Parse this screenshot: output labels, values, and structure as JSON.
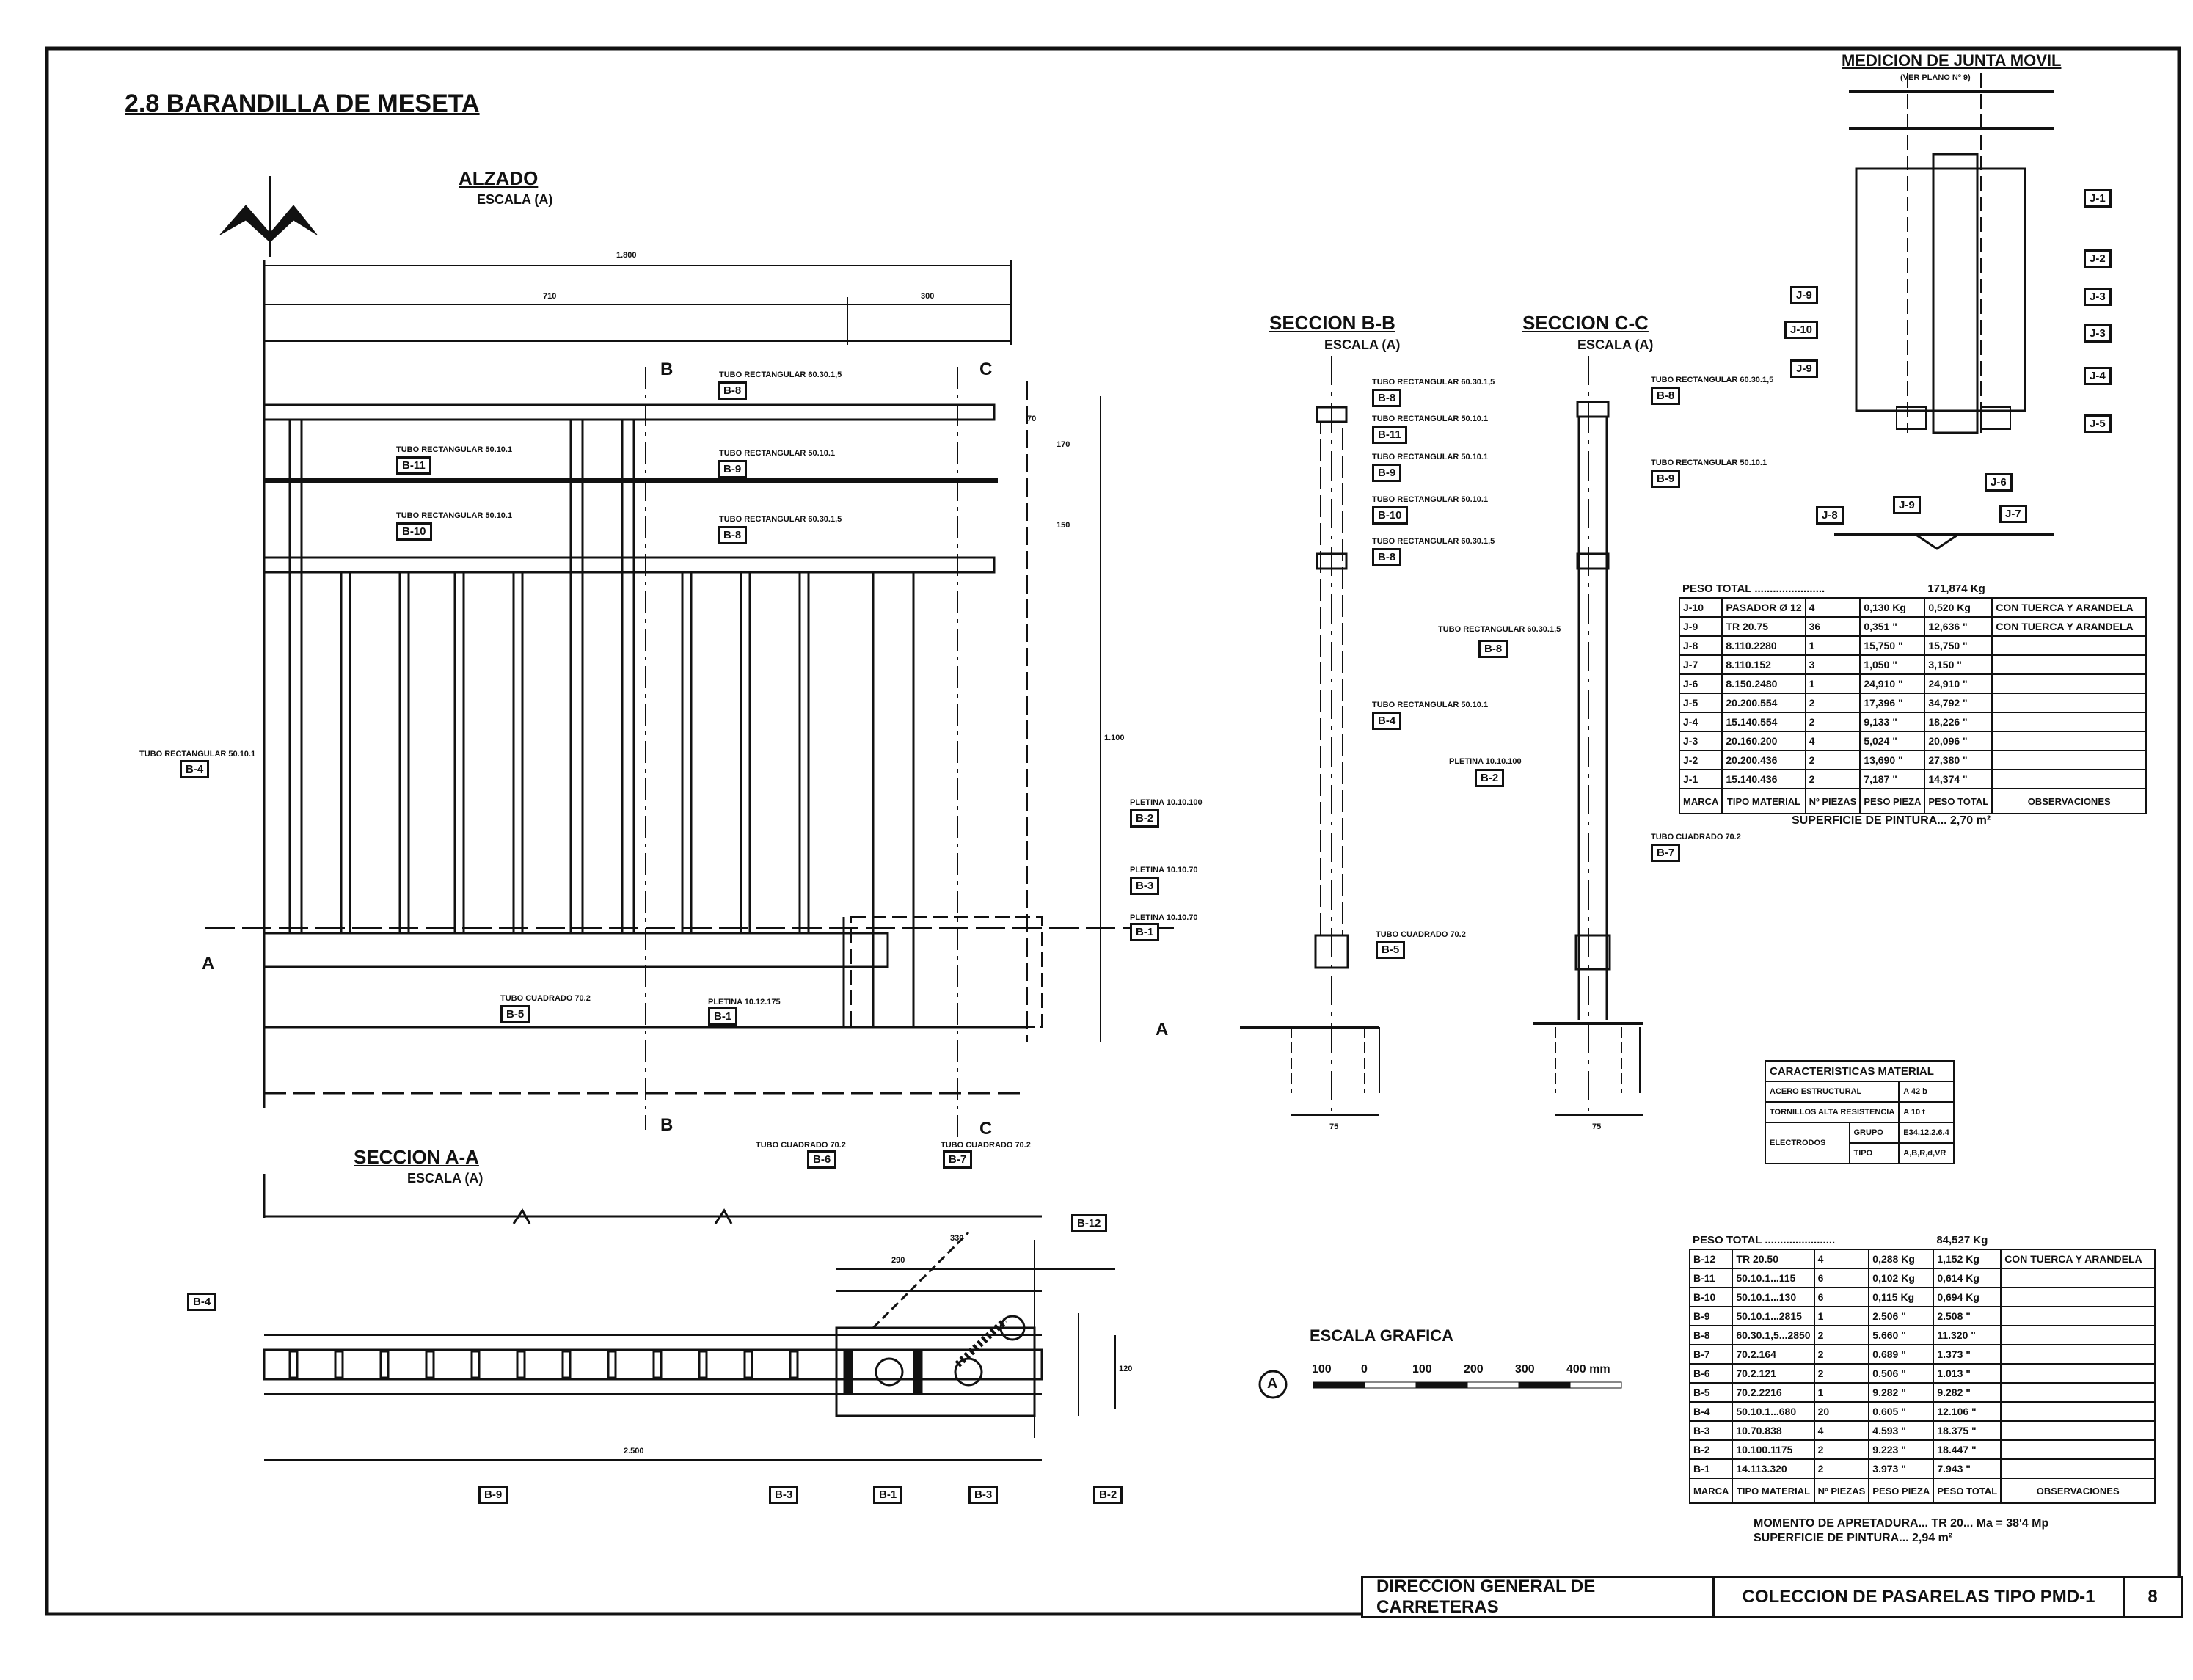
{
  "drawing": {
    "title": "2.8 BARANDILLA DE MESETA",
    "footer": {
      "agency": "DIRECCION GENERAL DE CARRETERAS",
      "collection": "COLECCION DE PASARELAS TIPO PMD-1",
      "sheet": "8"
    }
  },
  "views": {
    "alzado": {
      "title": "ALZADO",
      "scale": "ESCALA",
      "scale_mark": "A"
    },
    "seccion_bb": {
      "title": "SECCION B-B",
      "scale": "ESCALA",
      "scale_mark": "A"
    },
    "seccion_cc": {
      "title": "SECCION C-C",
      "scale": "ESCALA",
      "scale_mark": "A"
    },
    "seccion_aa": {
      "title": "SECCION A-A",
      "scale": "ESCALA",
      "scale_mark": "A"
    },
    "junta": {
      "title": "MEDICION DE JUNTA MOVIL",
      "subtitle": "(VER PLANO Nº 9)"
    }
  },
  "markers": {
    "b": "B",
    "c": "C",
    "a": "A"
  },
  "elevation_labels": {
    "b8": "TUBO RECTANGULAR 60.30.1,5",
    "b11": "TUBO RECTANGULAR 50.10.1",
    "b9": "TUBO RECTANGULAR 50.10.1",
    "b10": "TUBO RECTANGULAR 50.10.1",
    "b8b": "TUBO RECTANGULAR 60.30.1,5",
    "b4": "TUBO RECTANGULAR 50.10.1",
    "b2": "PLETINA 10.10.100",
    "b3": "PLETINA 10.10.70",
    "b1": "PLETINA 10.10.70",
    "b5": "TUBO CUADRADO 70.2",
    "b1b": "PLETINA 10.12.175",
    "b6": "TUBO CUADRADO 70.2",
    "b7": "TUBO CUADRADO 70.2"
  },
  "section_labels": {
    "bb_b8": "TUBO RECTANGULAR 60.30.1,5",
    "bb_b11": "TUBO RECTANGULAR 50.10.1",
    "bb_b9": "TUBO RECTANGULAR 50.10.1",
    "bb_b10": "TUBO RECTANGULAR 50.10.1",
    "bb_b8b": "TUBO RECTANGULAR 60.30.1,5",
    "bb_b4": "TUBO RECTANGULAR 50.10.1",
    "bb_b5": "TUBO CUADRADO 70.2",
    "cc_b8": "TUBO RECTANGULAR 60.30.1,5",
    "cc_b9": "TUBO RECTANGULAR 50.10.1",
    "cc_b8b": "TUBO RECTANGULAR 60.30.1,5",
    "cc_b2": "PLETINA 10.10.100",
    "cc_b7": "TUBO CUADRADO 70.2"
  },
  "tags": {
    "b1": "B-1",
    "b2": "B-2",
    "b3": "B-3",
    "b4": "B-4",
    "b5": "B-5",
    "b6": "B-6",
    "b7": "B-7",
    "b8": "B-8",
    "b9": "B-9",
    "b10": "B-10",
    "b11": "B-11",
    "b12": "B-12",
    "j1": "J-1",
    "j2": "J-2",
    "j3": "J-3",
    "j4": "J-4",
    "j5": "J-5",
    "j6": "J-6",
    "j7": "J-7",
    "j8": "J-8",
    "j9": "J-9",
    "j10": "J-10"
  },
  "dimensions": {
    "total": "1.800",
    "d710": "710",
    "d300": "300",
    "h1100": "1.100",
    "h170": "170",
    "h150": "150",
    "h70": "70",
    "s75": "75",
    "t2500": "2.500",
    "a330": "330",
    "a290": "290",
    "a120": "120"
  },
  "table_j": {
    "total_label": "PESO TOTAL",
    "total_value": "171,874 Kg",
    "rows": [
      {
        "mark": "J-10",
        "material": "PASADOR Ø 12",
        "qty": "4",
        "unit": "0,130 Kg",
        "total": "0,520 Kg",
        "obs": "CON TUERCA Y ARANDELA"
      },
      {
        "mark": "J-9",
        "material": "TR 20.75",
        "qty": "36",
        "unit": "0,351 \"",
        "total": "12,636 \"",
        "obs": "CON TUERCA Y ARANDELA"
      },
      {
        "mark": "J-8",
        "material": "8.110.2280",
        "qty": "1",
        "unit": "15,750 \"",
        "total": "15,750 \"",
        "obs": ""
      },
      {
        "mark": "J-7",
        "material": "8.110.152",
        "qty": "3",
        "unit": "1,050 \"",
        "total": "3,150 \"",
        "obs": ""
      },
      {
        "mark": "J-6",
        "material": "8.150.2480",
        "qty": "1",
        "unit": "24,910 \"",
        "total": "24,910 \"",
        "obs": ""
      },
      {
        "mark": "J-5",
        "material": "20.200.554",
        "qty": "2",
        "unit": "17,396 \"",
        "total": "34,792 \"",
        "obs": ""
      },
      {
        "mark": "J-4",
        "material": "15.140.554",
        "qty": "2",
        "unit": "9,133 \"",
        "total": "18,226 \"",
        "obs": ""
      },
      {
        "mark": "J-3",
        "material": "20.160.200",
        "qty": "4",
        "unit": "5,024 \"",
        "total": "20,096 \"",
        "obs": ""
      },
      {
        "mark": "J-2",
        "material": "20.200.436",
        "qty": "2",
        "unit": "13,690 \"",
        "total": "27,380 \"",
        "obs": ""
      },
      {
        "mark": "J-1",
        "material": "15.140.436",
        "qty": "2",
        "unit": "7,187 \"",
        "total": "14,374 \"",
        "obs": ""
      }
    ],
    "headers": {
      "mark": "MARCA",
      "material": "TIPO MATERIAL",
      "qty": "Nº PIEZAS",
      "unit": "PESO PIEZA",
      "total": "PESO TOTAL",
      "obs": "OBSERVACIONES"
    },
    "note": "SUPERFICIE DE PINTURA... 2,70 m²"
  },
  "table_b": {
    "total_label": "PESO TOTAL",
    "total_value": "84,527 Kg",
    "rows": [
      {
        "mark": "B-12",
        "material": "TR 20.50",
        "qty": "4",
        "unit": "0,288 Kg",
        "total": "1,152 Kg",
        "obs": "CON TUERCA Y ARANDELA"
      },
      {
        "mark": "B-11",
        "material": "50.10.1...115",
        "qty": "6",
        "unit": "0,102 Kg",
        "total": "0,614 Kg",
        "obs": ""
      },
      {
        "mark": "B-10",
        "material": "50.10.1...130",
        "qty": "6",
        "unit": "0,115 Kg",
        "total": "0,694 Kg",
        "obs": ""
      },
      {
        "mark": "B-9",
        "material": "50.10.1...2815",
        "qty": "1",
        "unit": "2.506 \"",
        "total": "2.508 \"",
        "obs": ""
      },
      {
        "mark": "B-8",
        "material": "60.30.1,5...2850",
        "qty": "2",
        "unit": "5.660 \"",
        "total": "11.320 \"",
        "obs": ""
      },
      {
        "mark": "B-7",
        "material": "70.2.164",
        "qty": "2",
        "unit": "0.689 \"",
        "total": "1.373 \"",
        "obs": ""
      },
      {
        "mark": "B-6",
        "material": "70.2.121",
        "qty": "2",
        "unit": "0.506 \"",
        "total": "1.013 \"",
        "obs": ""
      },
      {
        "mark": "B-5",
        "material": "70.2.2216",
        "qty": "1",
        "unit": "9.282 \"",
        "total": "9.282 \"",
        "obs": ""
      },
      {
        "mark": "B-4",
        "material": "50.10.1...680",
        "qty": "20",
        "unit": "0.605 \"",
        "total": "12.106 \"",
        "obs": ""
      },
      {
        "mark": "B-3",
        "material": "10.70.838",
        "qty": "4",
        "unit": "4.593 \"",
        "total": "18.375 \"",
        "obs": ""
      },
      {
        "mark": "B-2",
        "material": "10.100.1175",
        "qty": "2",
        "unit": "9.223 \"",
        "total": "18.447 \"",
        "obs": ""
      },
      {
        "mark": "B-1",
        "material": "14.113.320",
        "qty": "2",
        "unit": "3.973 \"",
        "total": "7.943 \"",
        "obs": ""
      }
    ],
    "headers": {
      "mark": "MARCA",
      "material": "TIPO MATERIAL",
      "qty": "Nº PIEZAS",
      "unit": "PESO PIEZA",
      "total": "PESO TOTAL",
      "obs": "OBSERVACIONES"
    },
    "note1": "MOMENTO DE APRETADURA... TR 20... Ma = 38'4 Mp",
    "note2": "SUPERFICIE DE PINTURA... 2,94 m²"
  },
  "material": {
    "title": "CARACTERISTICAS MATERIAL",
    "acero_label": "ACERO ESTRUCTURAL",
    "acero_value": "A 42 b",
    "tornillos_label": "TORNILLOS ALTA RESISTENCIA",
    "tornillos_value": "A 10 t",
    "electrodos_label": "ELECTRODOS",
    "grupo_label": "GRUPO",
    "grupo_value": "E34.12.2.6.4",
    "tipo_label": "TIPO",
    "tipo_value": "A,B,R,d,VR"
  },
  "scale_bar": {
    "title": "ESCALA GRAFICA",
    "mark": "A",
    "ticks": [
      "100",
      "0",
      "100",
      "200",
      "300",
      "400 mm"
    ]
  },
  "colors": {
    "ink": "#111111",
    "paper": "#ffffff"
  }
}
